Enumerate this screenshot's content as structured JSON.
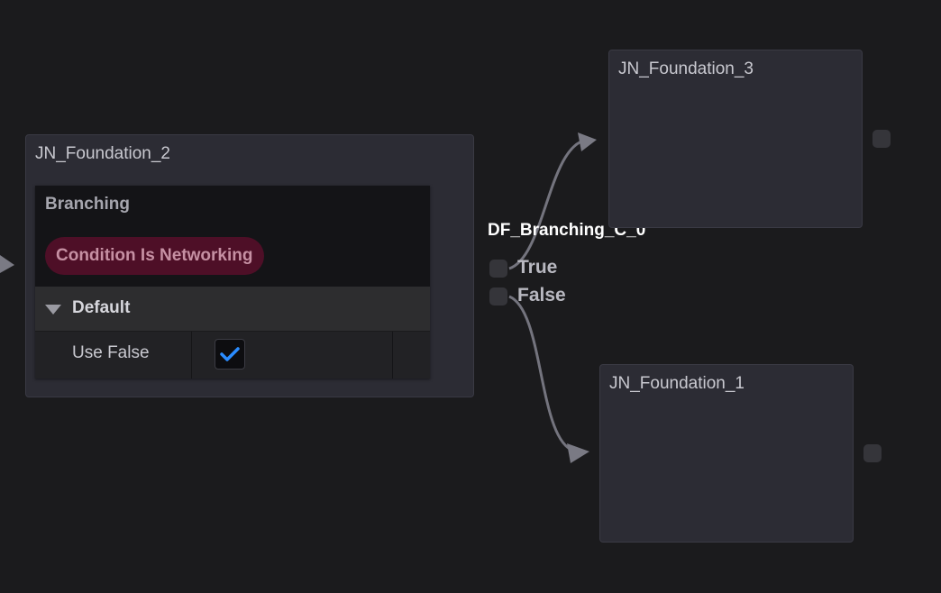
{
  "nodes": {
    "foundation_2": {
      "title": "JN_Foundation_2",
      "panel_label": "Branching",
      "condition": "Condition Is Networking",
      "category": "Default",
      "property": {
        "name": "Use False",
        "checked": true
      }
    },
    "foundation_3": {
      "title": "JN_Foundation_3"
    },
    "foundation_1": {
      "title": "JN_Foundation_1"
    }
  },
  "branching": {
    "title": "DF_Branching_C_0",
    "true_label": "True",
    "false_label": "False"
  },
  "colors": {
    "background": "#1b1b1d",
    "node": "#2c2c34",
    "condition_pill": "#4e0f27",
    "checkmark": "#2a8cff",
    "wire": "#74747e"
  },
  "icons": {
    "category_toggle": "triangle-down-icon",
    "checkbox": "checkmark-icon",
    "pin": "square-pin-icon",
    "wire_end": "arrowhead-icon"
  }
}
